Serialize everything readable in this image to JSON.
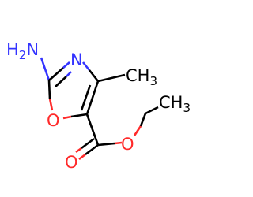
{
  "atoms": {
    "amine_n": {
      "label": "N",
      "prefix": "H",
      "sub": "2",
      "color": "#3333ff"
    },
    "ring_n": {
      "label": "N",
      "color": "#3333ff"
    },
    "ring_o": {
      "label": "O",
      "color": "#ff2a2a"
    },
    "carbonyl_o": {
      "label": "O",
      "color": "#ff2a2a"
    },
    "ester_o": {
      "label": "O",
      "color": "#ff2a2a"
    },
    "methyl": {
      "label": "CH",
      "sub": "3",
      "color": "#000000"
    },
    "ethyl_methyl": {
      "label": "CH",
      "sub": "3",
      "color": "#000000"
    }
  },
  "colors": {
    "carbon": "#000000",
    "nitrogen": "#3333ff",
    "oxygen": "#ff2a2a"
  }
}
